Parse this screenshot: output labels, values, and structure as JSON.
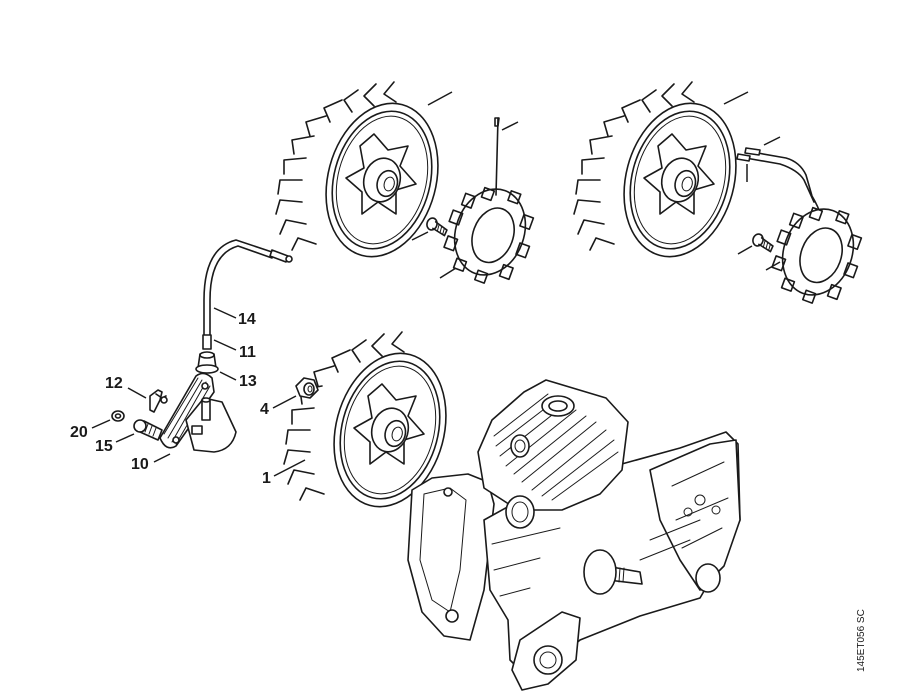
{
  "diagram": {
    "drawing_code": "145ET056 SC",
    "ink_color": "#1a1a1a",
    "background_color": "#ffffff",
    "callouts": [
      {
        "id": "c1",
        "label": "1",
        "part": "flywheel"
      },
      {
        "id": "c4",
        "label": "4",
        "part": "nut"
      },
      {
        "id": "c10",
        "label": "10",
        "part": "ignition-module"
      },
      {
        "id": "c11",
        "label": "11",
        "part": "lead-sleeve"
      },
      {
        "id": "c12",
        "label": "12",
        "part": "clip"
      },
      {
        "id": "c13",
        "label": "13",
        "part": "spark-plug-boot"
      },
      {
        "id": "c14",
        "label": "14",
        "part": "ignition-lead"
      },
      {
        "id": "c15",
        "label": "15",
        "part": "screw"
      },
      {
        "id": "c20",
        "label": "20",
        "part": "washer"
      }
    ],
    "groups": [
      {
        "id": "upper-left-flywheel-stator",
        "labels_visible": false
      },
      {
        "id": "upper-right-flywheel-generator",
        "labels_visible": false
      },
      {
        "id": "crankcase-assembly",
        "labels_visible": false
      }
    ]
  }
}
